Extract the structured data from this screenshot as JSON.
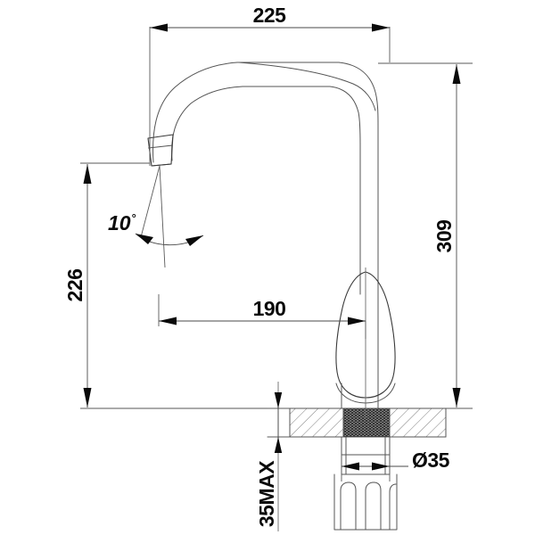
{
  "drawing": {
    "title": "Faucet Dimensional Drawing",
    "subject": "kitchen-faucet-side-elevation",
    "units_note": "",
    "background_color": "#ffffff",
    "line_color": "#545454",
    "text_color": "#0a0a0a"
  },
  "dimensions": {
    "overall_reach": {
      "label": "225",
      "orientation": "horizontal",
      "position": "top"
    },
    "overall_height": {
      "label": "309",
      "orientation": "vertical-rotated",
      "position": "right"
    },
    "spout_height": {
      "label": "226",
      "orientation": "vertical-rotated",
      "position": "left"
    },
    "spout_projection": {
      "label": "190",
      "orientation": "horizontal",
      "position": "middle"
    },
    "mount_thickness": {
      "label": "35MAX",
      "orientation": "vertical-rotated",
      "position": "bottom-left"
    },
    "shank_diameter": {
      "label": "Ø35",
      "orientation": "horizontal-leader",
      "position": "bottom-right"
    },
    "aerator_angle": {
      "label": "10",
      "symbol": "°",
      "orientation": "angular",
      "position": "left-of-spout-tip"
    }
  },
  "features": {
    "spout": "curved-arch-spout",
    "aerator": "angled-outlet-tip",
    "handle": "teardrop-lever-handle",
    "body": "cylindrical-column",
    "mount_surface": "hatched-countertop-section",
    "gasket": "dense-hatched-gasket-block",
    "shank": "threaded-mounting-shank",
    "fluted_base": "slotted-shank-end"
  }
}
